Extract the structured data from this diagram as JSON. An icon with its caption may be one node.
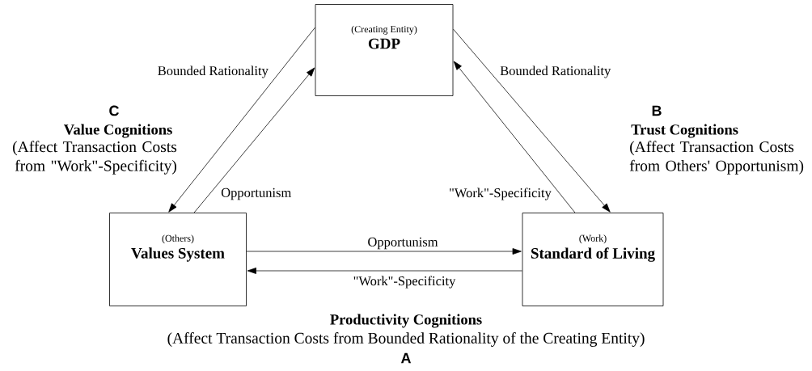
{
  "diagram": {
    "nodes": [
      {
        "text": [
          "(Creating Entity)",
          "GDP"
        ]
      },
      {
        "text": [
          "(Others)",
          "Values System"
        ]
      },
      {
        "text": [
          "(Work)",
          "Standard of Living"
        ]
      }
    ],
    "edges": [
      {
        "from": 0,
        "to": 1,
        "arrow": "to",
        "label": "Bounded Rationality"
      },
      {
        "from": 1,
        "to": 0,
        "arrow": "to",
        "label": "Opportunism"
      },
      {
        "from": 2,
        "to": 0,
        "arrow": "to",
        "label": "\"Work\"-Specificity"
      },
      {
        "from": 0,
        "to": 2,
        "arrow": "to",
        "label": "Bounded Rationality"
      },
      {
        "from": 1,
        "to": 2,
        "arrow": "to",
        "label": "Opportunism"
      },
      {
        "from": 2,
        "to": 1,
        "arrow": "to",
        "label": "\"Work\"-Specificity"
      }
    ],
    "labels": [
      "C",
      "Value Cognitions",
      "(Affect Transaction Costs from \"Work\"-Specificity)",
      "B",
      "Trust Cognitions",
      "(Affect Transaction Costs from Others' Opportunism)",
      "Productivity Cognitions",
      "(Affect Transaction Costs from Bounded Rationality of the Creating Entity)",
      "A"
    ]
  }
}
